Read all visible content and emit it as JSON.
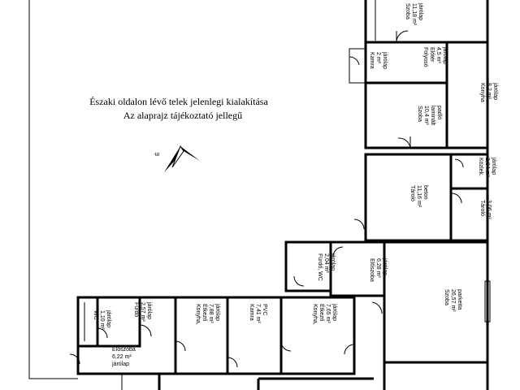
{
  "diagram": {
    "title_line1": "Északi oldalon lévő telek jelenlegi kialakítása",
    "title_line2": "Az alaprajz tájékoztató jellegű",
    "north_label": "É",
    "rooms": [
      {
        "id": "szoba-top",
        "lines": [
          "Szoba",
          "11,18 m²",
          "járólap"
        ]
      },
      {
        "id": "folyoso",
        "lines": [
          "Folyosó",
          "Előtér",
          "4,5 m²",
          "járólap"
        ]
      },
      {
        "id": "kamra-top",
        "lines": [
          "Kamra",
          "2 m²",
          "járólap"
        ]
      },
      {
        "id": "konyha-top",
        "lines": [
          "Konyha",
          "8,2 m²",
          "járólap"
        ]
      },
      {
        "id": "szoba-laminalt",
        "lines": [
          "Szoba",
          "10,4 m²",
          "laminált",
          "padló"
        ]
      },
      {
        "id": "kozlekedo",
        "lines": [
          "Közlek.",
          "2,84 m²",
          "járólap"
        ]
      },
      {
        "id": "tarolo-beton",
        "lines": [
          "Tároló",
          "11,16 m²",
          "beton"
        ]
      },
      {
        "id": "tarolo-small",
        "lines": [
          "Tároló",
          "3,06 m²"
        ]
      },
      {
        "id": "furdo-wc-right",
        "lines": [
          "Fürdő, WC",
          "2,04 m²",
          "járólap"
        ]
      },
      {
        "id": "eloszoba-right",
        "lines": [
          "Előszoba",
          "6,28 m²",
          "járólap"
        ]
      },
      {
        "id": "szoba-parketta",
        "lines": [
          "Szoba",
          "26,57 m²",
          "parketta"
        ]
      },
      {
        "id": "wc-left",
        "lines": [
          "WC",
          "1,10 m²",
          "járólap"
        ]
      },
      {
        "id": "furdo-left",
        "lines": [
          "Fürdő",
          "2,57 m²",
          "járólap"
        ]
      },
      {
        "id": "konyha-etkezo",
        "lines": [
          "Konyha,",
          "Étkező",
          "7,88 m²",
          "járólap"
        ]
      },
      {
        "id": "kamra-pvc",
        "lines": [
          "Kamra",
          "7,41 m²",
          "PVC"
        ]
      },
      {
        "id": "konyha-etkezo-right",
        "lines": [
          "Konyha,",
          "Étkező",
          "7,65 m²",
          "járólap"
        ]
      },
      {
        "id": "eloszoba-left",
        "lines": [
          "Előszoba",
          "6,22 m²",
          "járólap"
        ]
      }
    ]
  }
}
